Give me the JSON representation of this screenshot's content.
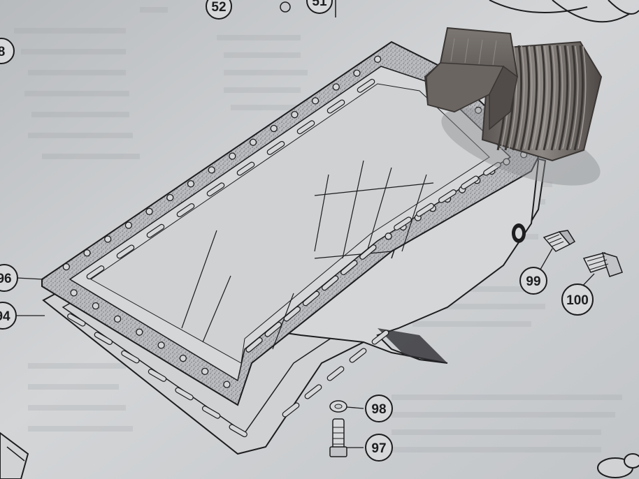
{
  "photo": {
    "subject": "exploded parts diagram of an engine oil sump with a threaded drain plug resting on the page"
  },
  "callouts": [
    {
      "number": "52"
    },
    {
      "number": "51"
    },
    {
      "number": "8"
    },
    {
      "number": "96"
    },
    {
      "number": "94"
    },
    {
      "number": "99"
    },
    {
      "number": "100"
    },
    {
      "number": "98"
    },
    {
      "number": "97"
    }
  ],
  "colors": {
    "paper": "#c9ccce",
    "ink": "#1d1d1f",
    "gasket_stipple": "#7a7c80",
    "plug_metal": "#6f6a66",
    "plug_thread": "#4b4643"
  },
  "icons": [
    "drain-plug",
    "sump-bolt",
    "washer"
  ]
}
